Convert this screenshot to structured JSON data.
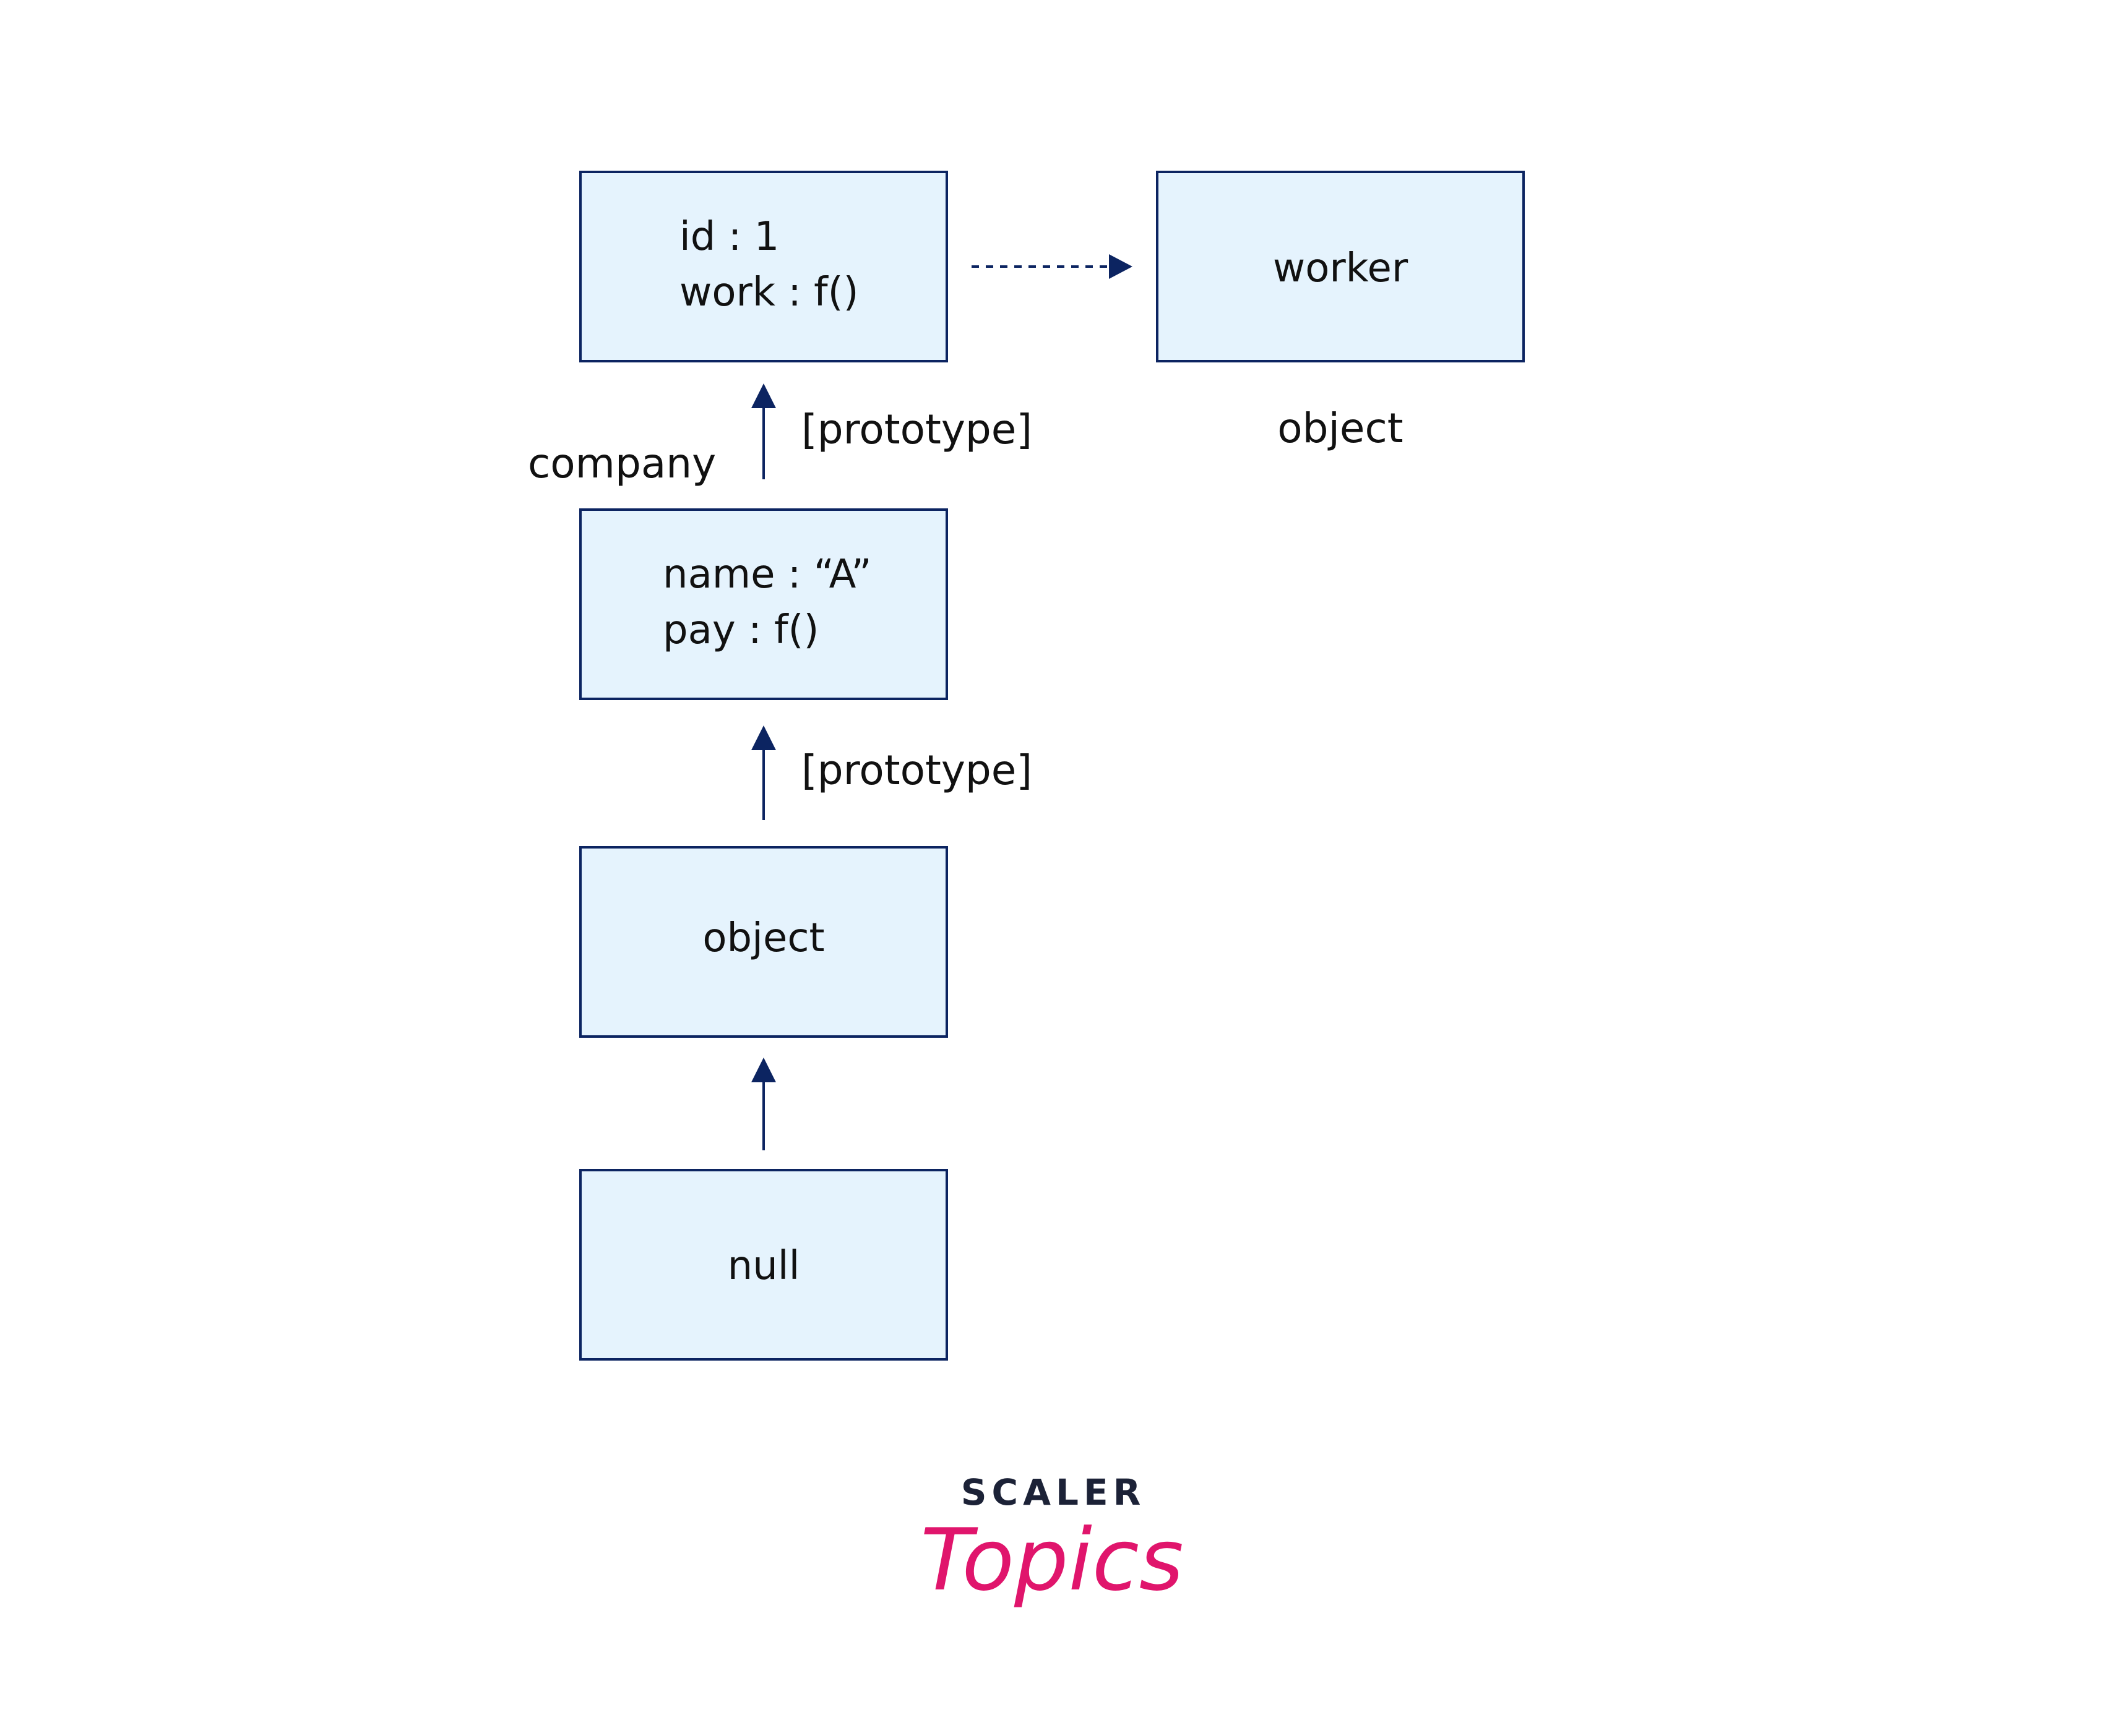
{
  "diagram": {
    "boxes": {
      "company": {
        "lines": [
          "id : 1",
          "work : f()"
        ]
      },
      "worker": {
        "label": "worker"
      },
      "proto_obj": {
        "lines": [
          "name : “A”",
          "pay : f()"
        ]
      },
      "object": {
        "label": "object"
      },
      "null": {
        "label": "null"
      }
    },
    "labels": {
      "company": "company",
      "worker_caption": "object",
      "prototype_1": "[prototype]",
      "prototype_2": "[prototype]"
    }
  },
  "brand": {
    "line1": "SCALER",
    "line2": "Topics"
  },
  "colors": {
    "box_fill": "#e5f3fd",
    "box_stroke": "#0c2461",
    "arrow": "#0c2461",
    "text": "#111111",
    "brand_dark": "#1c2237",
    "brand_pink": "#e0156c"
  }
}
